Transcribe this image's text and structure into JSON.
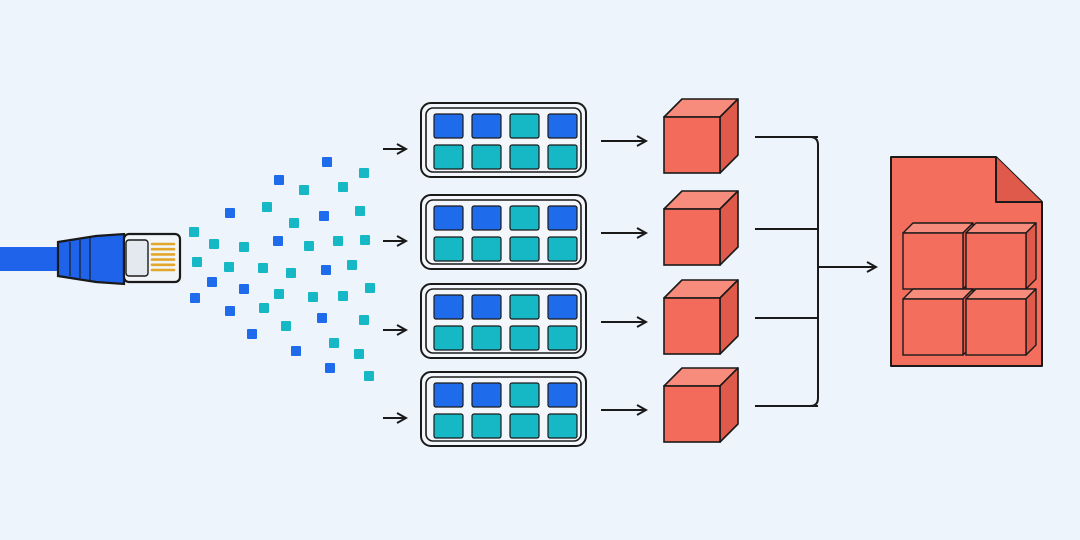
{
  "colors": {
    "background": "#EEF4FB",
    "cable_blue": "#1E63E9",
    "packet_blue": "#1E6CEB",
    "packet_teal": "#17B8C6",
    "connector_gold": "#E1A72C",
    "cube_red": "#F26B5B",
    "cube_top": "#F78C7C",
    "cube_side": "#E05A4B",
    "document_red": "#F36E5C",
    "stroke": "#1A1A1A",
    "panel_fill": "#F3F6FA"
  },
  "icons": {
    "cable": "ethernet-cable-icon",
    "packet": "data-packet-icon",
    "buffer": "packet-buffer-icon",
    "cube": "cube-icon",
    "document": "assembled-document-icon"
  },
  "buffers": [
    {
      "cells": [
        "blue",
        "blue",
        "teal",
        "blue",
        "teal",
        "teal",
        "teal",
        "teal"
      ]
    },
    {
      "cells": [
        "blue",
        "blue",
        "teal",
        "blue",
        "teal",
        "teal",
        "teal",
        "teal"
      ]
    },
    {
      "cells": [
        "blue",
        "blue",
        "teal",
        "blue",
        "teal",
        "teal",
        "teal",
        "teal"
      ]
    },
    {
      "cells": [
        "blue",
        "blue",
        "teal",
        "blue",
        "teal",
        "teal",
        "teal",
        "teal"
      ]
    }
  ],
  "stream_count": 4,
  "document_blocks": 4
}
